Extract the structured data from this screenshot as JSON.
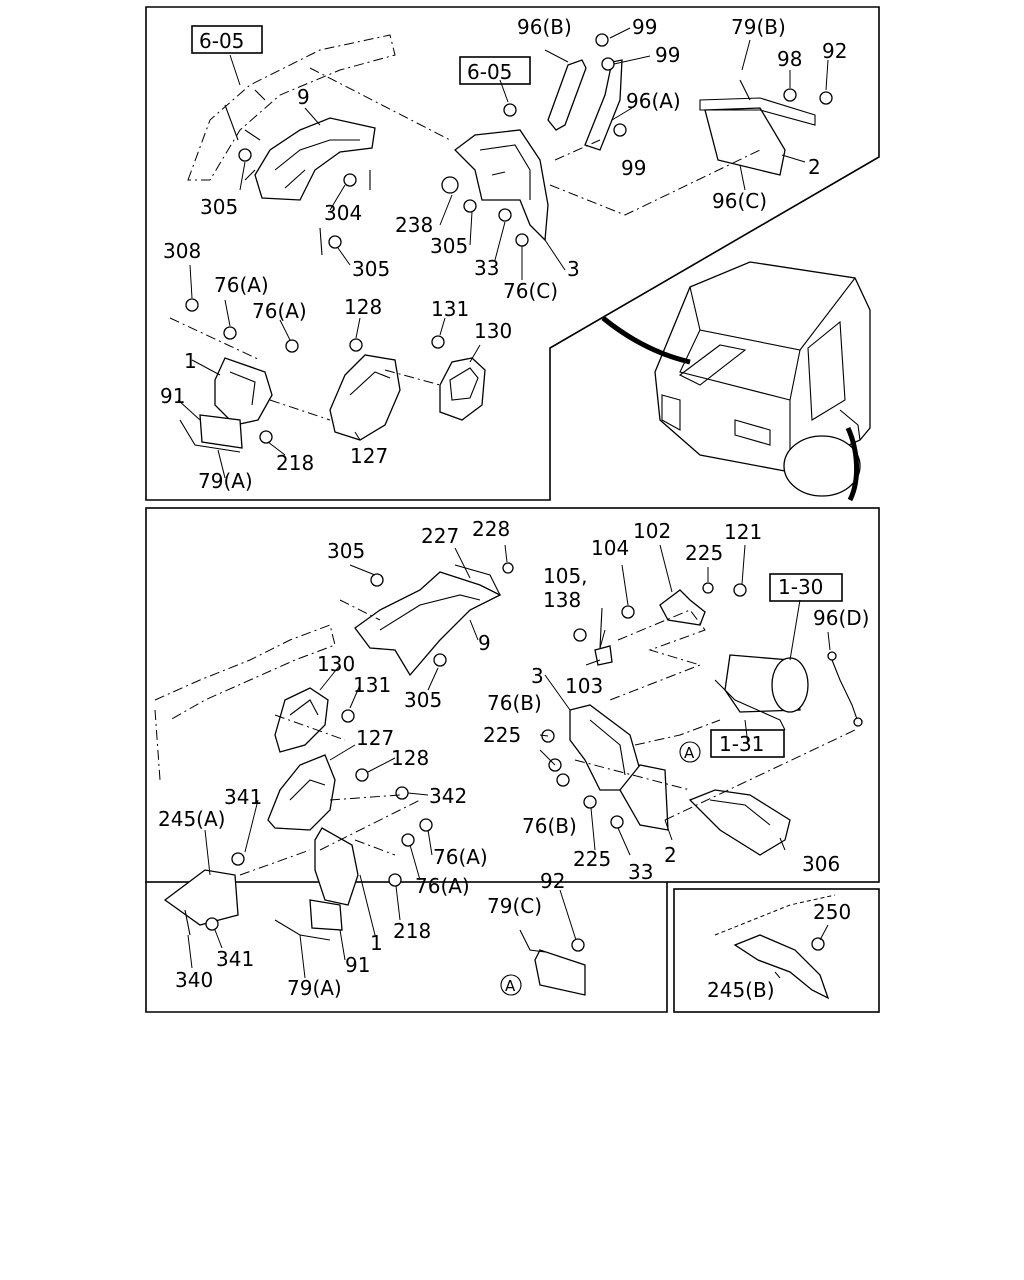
{
  "labels": {
    "l_6_05_a": "6-05",
    "l_6_05_b": "6-05",
    "l_96b": "96(B)",
    "l_99a": "99",
    "l_99b": "99",
    "l_99c": "99",
    "l_96a": "96(A)",
    "l_79b": "79(B)",
    "l_98": "98",
    "l_92a": "92",
    "l_2a": "2",
    "l_96c": "96(C)",
    "l_9a": "9",
    "l_305a": "305",
    "l_304": "304",
    "l_305b": "305",
    "l_238": "238",
    "l_305c": "305",
    "l_33a": "33",
    "l_76c": "76(C)",
    "l_3a": "3",
    "l_308": "308",
    "l_76a1": "76(A)",
    "l_76a2": "76(A)",
    "l_128a": "128",
    "l_131a": "131",
    "l_130a": "130",
    "l_1a": "1",
    "l_91a": "91",
    "l_218a": "218",
    "l_127a": "127",
    "l_79a1": "79(A)",
    "l_305d": "305",
    "l_227": "227",
    "l_228": "228",
    "l_9b": "9",
    "l_305e": "305",
    "l_104": "104",
    "l_102": "102",
    "l_225a": "225",
    "l_121": "121",
    "l_105": "105,",
    "l_138": "138",
    "l_1_30": "1-30",
    "l_96d": "96(D)",
    "l_103": "103",
    "l_3b": "3",
    "l_76b1": "76(B)",
    "l_225b": "225",
    "l_1_31": "1-31",
    "l_A1": "A",
    "l_76b2": "76(B)",
    "l_225c": "225",
    "l_33b": "33",
    "l_2b": "2",
    "l_306": "306",
    "l_130b": "130",
    "l_131b": "131",
    "l_127b": "127",
    "l_128b": "128",
    "l_341a": "341",
    "l_342": "342",
    "l_245a": "245(A)",
    "l_76a3": "76(A)",
    "l_76a4": "76(A)",
    "l_218b": "218",
    "l_1b": "1",
    "l_91b": "91",
    "l_341b": "341",
    "l_340": "340",
    "l_79a2": "79(A)",
    "l_79c": "79(C)",
    "l_92b": "92",
    "l_A2": "A",
    "l_250": "250",
    "l_245b": "245(B)"
  }
}
